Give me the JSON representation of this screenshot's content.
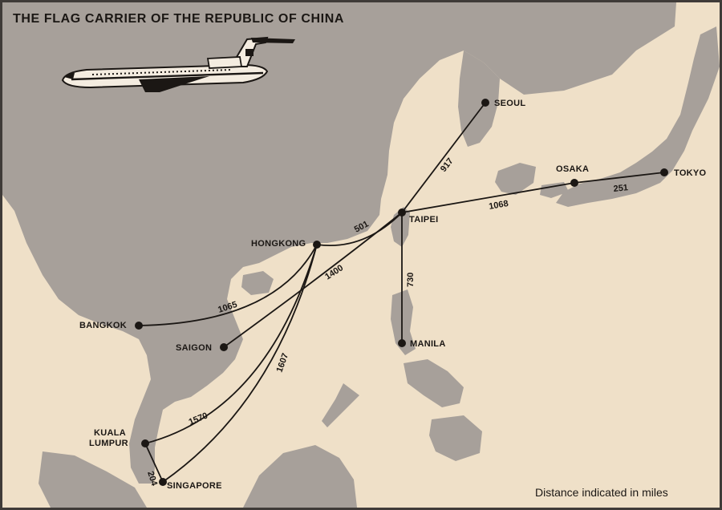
{
  "title": "THE FLAG CARRIER OF THE REPUBLIC OF CHINA",
  "footnote": "Distance indicated in miles",
  "colors": {
    "paper": "#efe0c8",
    "land": "#a7a09a",
    "ink": "#1b1714"
  },
  "cities": {
    "seoul": "SEOUL",
    "osaka": "OSAKA",
    "tokyo": "TOKYO",
    "taipei": "TAIPEI",
    "hongkong": "HONGKONG",
    "bangkok": "BANGKOK",
    "saigon": "SAIGON",
    "manila": "MANILA",
    "kuala_lumpur_line1": "KUALA",
    "kuala_lumpur_line2": "LUMPUR",
    "singapore": "SINGAPORE"
  },
  "routes": [
    {
      "from": "Taipei",
      "to": "Seoul",
      "distance": "917"
    },
    {
      "from": "Taipei",
      "to": "Osaka",
      "distance": "1068"
    },
    {
      "from": "Osaka",
      "to": "Tokyo",
      "distance": "251"
    },
    {
      "from": "Taipei",
      "to": "Hongkong",
      "distance": "501"
    },
    {
      "from": "Taipei",
      "to": "Manila",
      "distance": "730"
    },
    {
      "from": "Taipei",
      "to": "Saigon",
      "distance": "1400"
    },
    {
      "from": "Hongkong",
      "to": "Bangkok",
      "distance": "1065"
    },
    {
      "from": "Hongkong",
      "to": "Singapore",
      "distance": "1607"
    },
    {
      "from": "Hongkong",
      "to": "Kuala Lumpur",
      "distance": "1570"
    },
    {
      "from": "Kuala Lumpur",
      "to": "Singapore",
      "distance": "204"
    }
  ]
}
